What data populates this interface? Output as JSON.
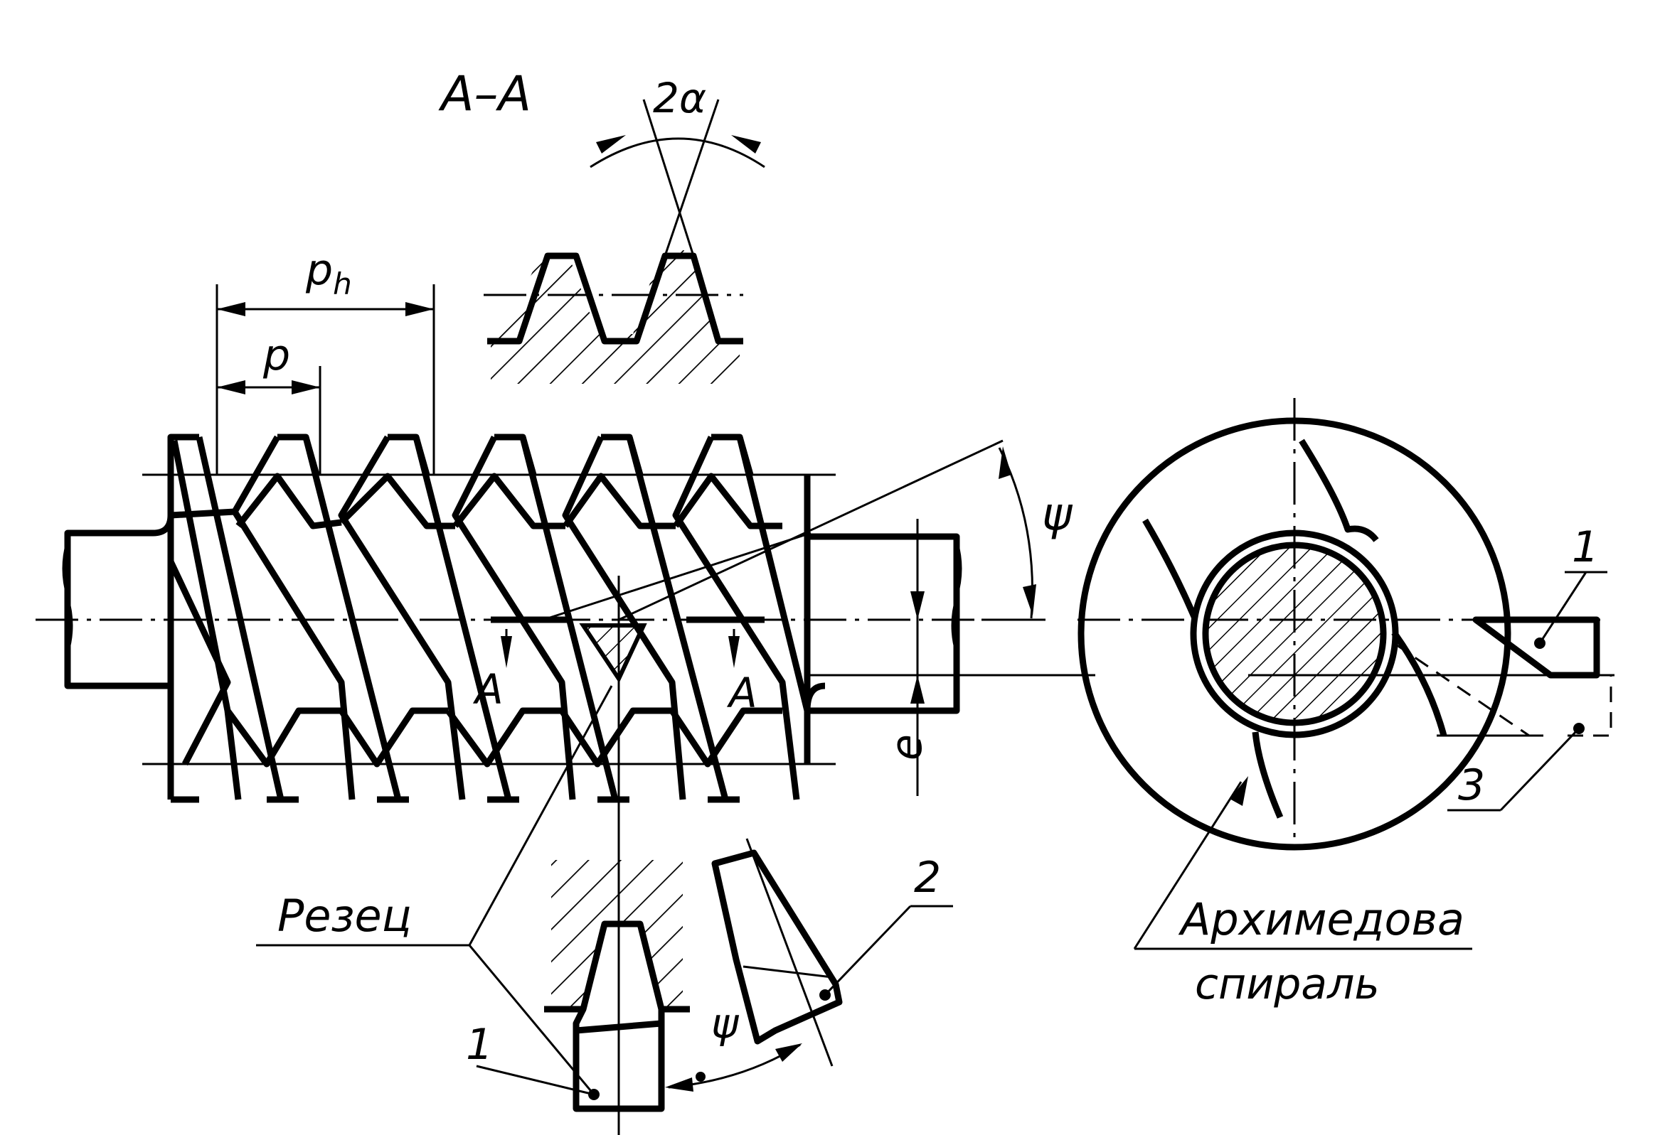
{
  "labels": {
    "section": "A–A",
    "two_alpha": "2α",
    "lead": "p",
    "lead_sub": "h",
    "pitch": "p",
    "psi_top": "ψ",
    "psi_bottom": "ψ",
    "offset_e": "e",
    "section_mark_left": "A",
    "section_mark_right": "A",
    "tool": "Резец",
    "tool_number_1": "1",
    "tool_number_2": "2",
    "right_number_1": "1",
    "right_number_3": "3",
    "archimedean_line1": "Архимедова",
    "archimedean_line2": "спираль"
  }
}
